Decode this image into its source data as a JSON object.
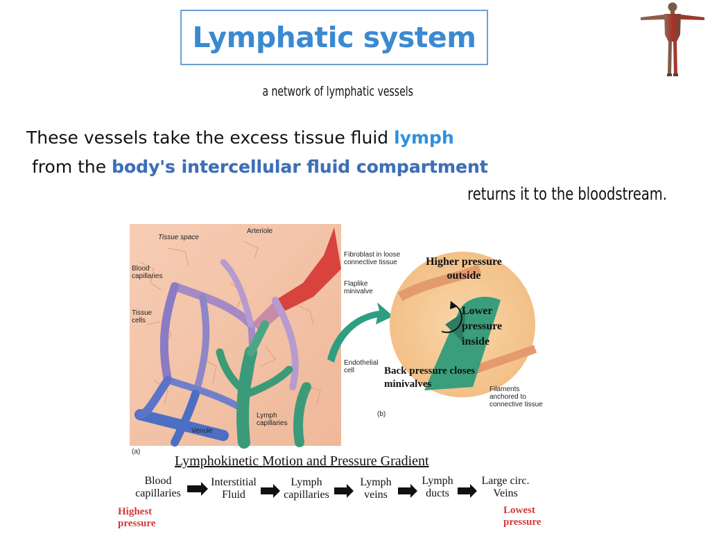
{
  "title": "Lymphatic system",
  "subtitle": "a network of lymphatic vessels",
  "body": {
    "line1_prefix": "These vessels take the excess tissue fluid ",
    "line1_highlight": "lymph",
    "line2_prefix": "from the ",
    "line2_highlight": "body's intercellular fluid compartment",
    "line3": "returns it to the bloodstream."
  },
  "figure": {
    "part_a": {
      "tissue_space": "Tissue space",
      "arteriole": "Arteriole",
      "blood_capillaries": "Blood capillaries",
      "tissue_cells": "Tissue cells",
      "lymph_capillaries": "Lymph capillaries",
      "venule": "Venule",
      "panel_label": "(a)"
    },
    "part_b": {
      "fibroblast": "Fibroblast in loose connective tissue",
      "flaplike": "Flaplike minivalve",
      "endothelial": "Endothelial cell",
      "higher_pressure": "Higher pressure outside",
      "lower_pressure": "Lower pressure inside",
      "back_pressure": "Back pressure closes minivalves",
      "filaments": "Filaments anchored to connective tissue",
      "panel_label": "(b)"
    },
    "flow": {
      "title": "Lymphokinetic Motion and Pressure Gradient",
      "steps": [
        "Blood capillaries",
        "Interstitial Fluid",
        "Lymph capillaries",
        "Lymph veins",
        "Lymph ducts",
        "Large circ. Veins"
      ],
      "highest": "Highest pressure",
      "lowest": "Lowest pressure"
    }
  },
  "colors": {
    "title": "#3b89d1",
    "highlight": "#2f8fdc",
    "highlight2": "#3c6fb6",
    "pressure_label": "#d23a3a"
  },
  "icons": [
    "anatomy-human-icon"
  ]
}
